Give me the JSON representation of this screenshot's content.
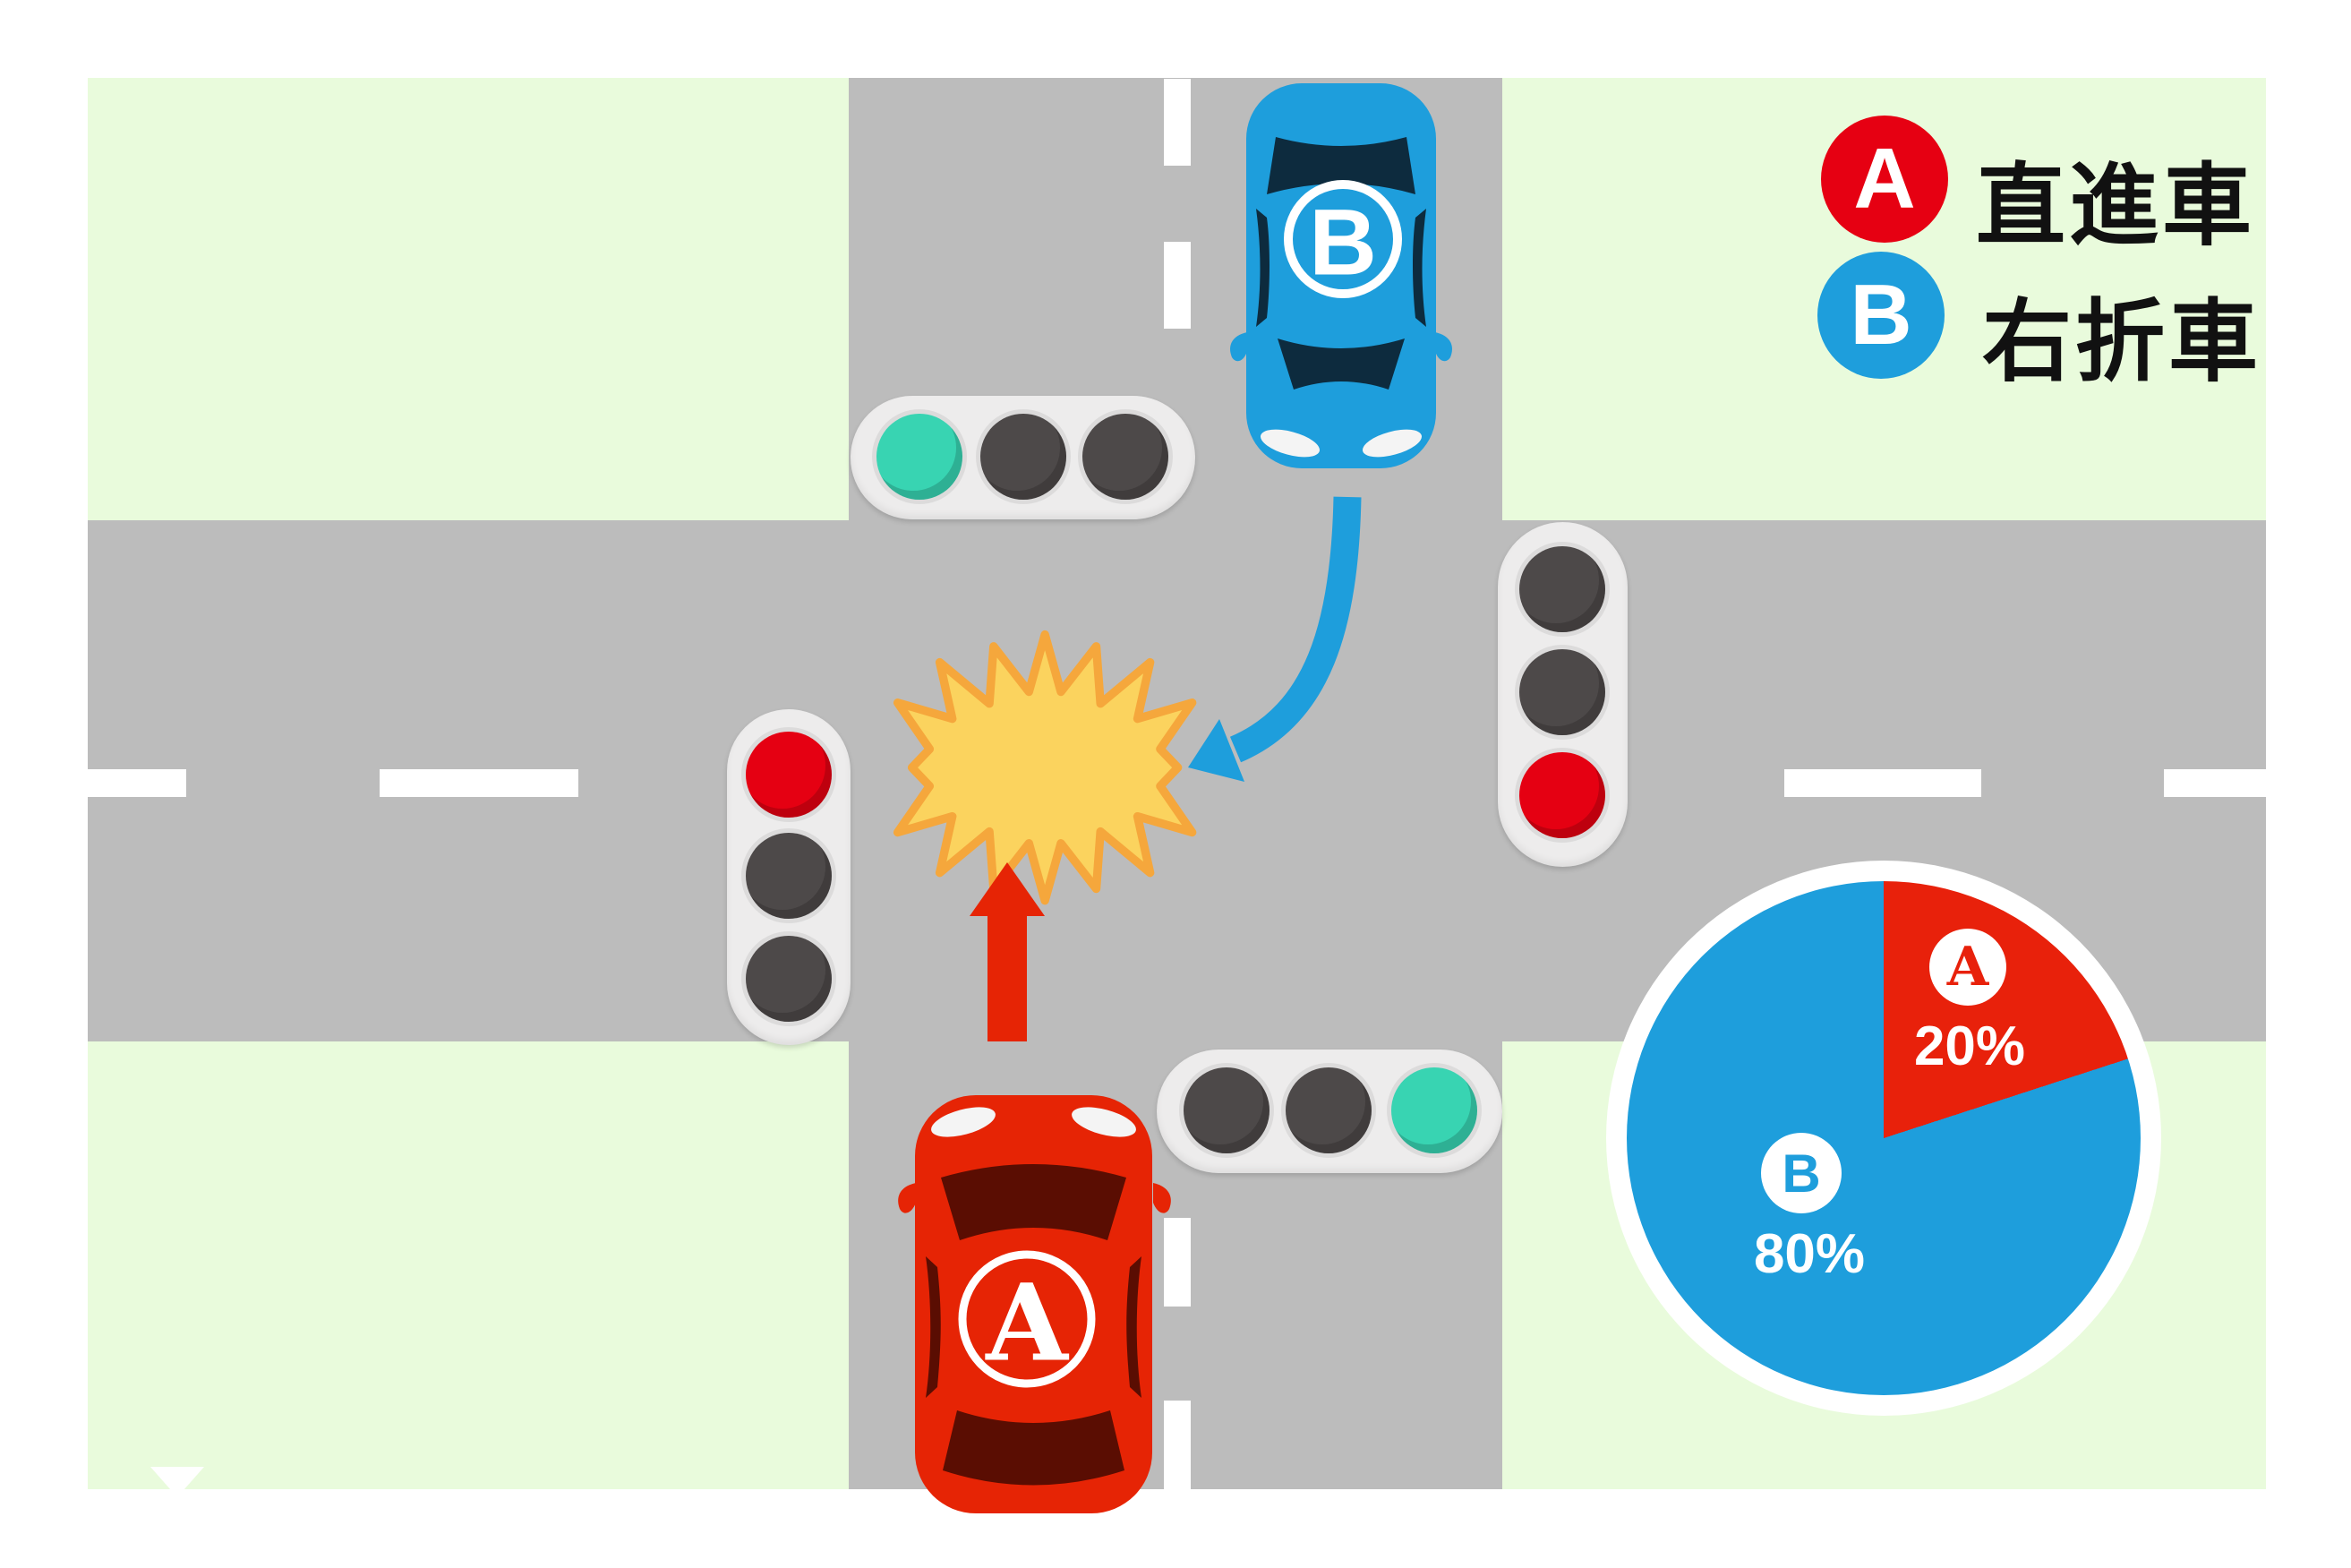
{
  "legend": {
    "items": [
      {
        "badge": "A",
        "label": "直進車",
        "color": "#E60012"
      },
      {
        "badge": "B",
        "label": "右折車",
        "color": "#1E9EDC"
      }
    ]
  },
  "vehicles": {
    "car_a": {
      "badge": "A",
      "role": "直進車",
      "color": "#E62405",
      "direction": "northbound-straight"
    },
    "car_b": {
      "badge": "B",
      "role": "右折車",
      "color": "#1E9EDC",
      "direction": "southbound-right-turn"
    }
  },
  "pie": {
    "a_badge": "A",
    "a_value": "20%",
    "b_badge": "B",
    "b_value": "80%"
  },
  "chart_data": {
    "type": "pie",
    "series": [
      {
        "name": "A",
        "value": 20,
        "label": "20%",
        "color": "#E8210B"
      },
      {
        "name": "B",
        "value": 80,
        "label": "80%",
        "color": "#1E9EDC"
      }
    ],
    "start_angle": "12-o-clock",
    "direction": "clockwise",
    "legend_position": "top-right"
  },
  "traffic_lights": [
    {
      "id": "signal-top",
      "orientation": "horizontal",
      "lamps": [
        "green",
        "off",
        "off"
      ]
    },
    {
      "id": "signal-left",
      "orientation": "vertical",
      "lamps": [
        "red",
        "off",
        "off"
      ]
    },
    {
      "id": "signal-right",
      "orientation": "vertical",
      "lamps": [
        "off",
        "off",
        "red"
      ]
    },
    {
      "id": "signal-bottom",
      "orientation": "horizontal",
      "lamps": [
        "off",
        "off",
        "green"
      ]
    }
  ],
  "colors": {
    "grass": "#E9FBDC",
    "road": "#BCBCBC",
    "lane_marking": "#FFFFFF",
    "car_a_red": "#E62405",
    "car_b_blue": "#1E9EDC",
    "signal_red": "#E50012",
    "signal_green": "#38D4B2",
    "collision_fill": "#FBD35E",
    "collision_stroke": "#F5A73C"
  }
}
